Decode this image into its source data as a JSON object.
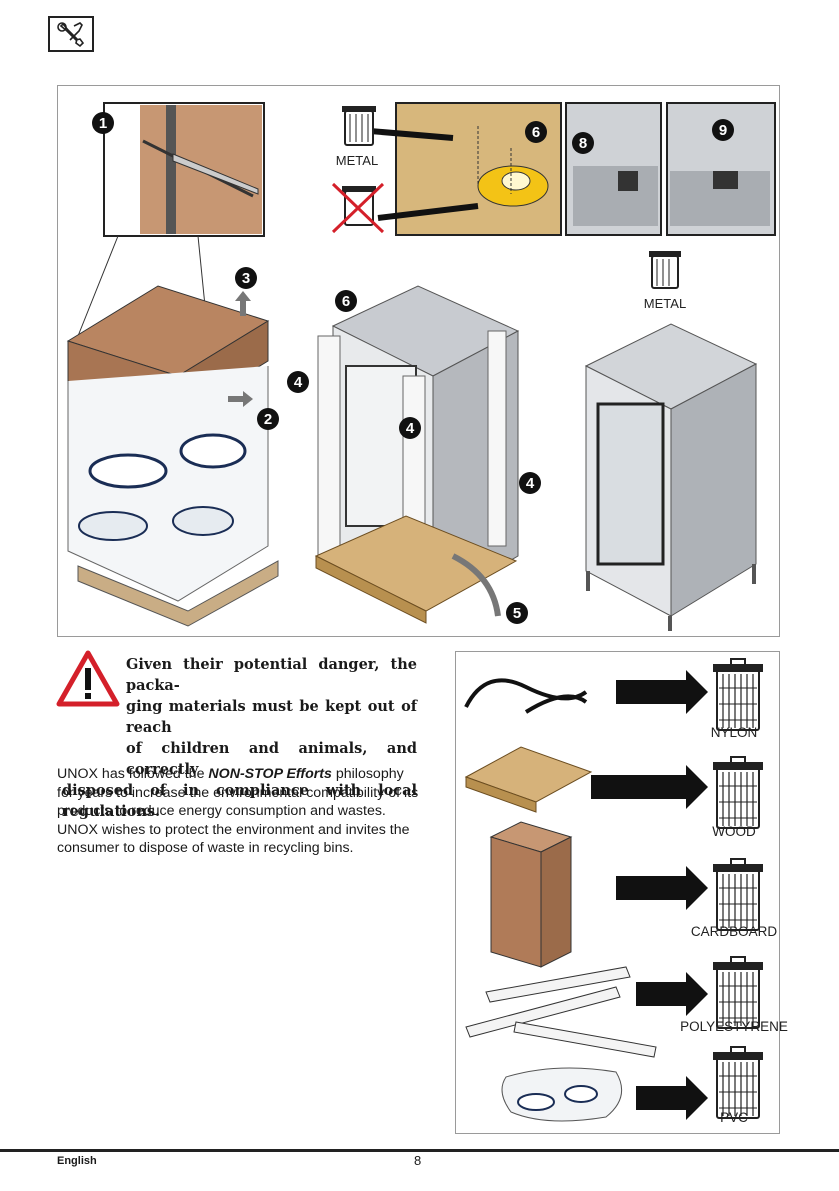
{
  "header": {
    "icon": "wrench-screwdriver-icon"
  },
  "figure": {
    "steps": [
      "1",
      "2",
      "3",
      "4",
      "4",
      "4",
      "5",
      "6",
      "6",
      "8",
      "9"
    ],
    "labels": {
      "metal_top": "METAL",
      "metal_right": "METAL"
    }
  },
  "warning": {
    "icon": "warning-triangle-icon",
    "lines": [
      "Given their potential danger, the packa-",
      "ging materials must be kept out of reach",
      "of children and animals, and correctly",
      "disposed of in compliance with local regulations."
    ]
  },
  "body": {
    "p1_before": "UNOX has followed the ",
    "p1_bold": "NON-STOP Efforts",
    "p1_after": " philo­sophy for years to increase the environmental compa­tibility of its products to reduce energy consumption and wastes.",
    "p2": "UNOX wishes to protect the environment and invites the consumer to dispose of waste in recycling bins."
  },
  "recycling": {
    "items": [
      {
        "label": "NYLON",
        "icon": "bin-icon"
      },
      {
        "label": "WOOD",
        "icon": "recycle-bin-icon"
      },
      {
        "label": "CARDBOARD",
        "icon": "recycle-bin-icon"
      },
      {
        "label": "POLYESTYRENE",
        "icon": "bin-icon"
      },
      {
        "label": "PVC",
        "icon": "bin-icon"
      }
    ]
  },
  "footer": {
    "language": "English",
    "page": "8"
  },
  "colors": {
    "cardboard": "#b07b58",
    "wood": "#d6b27a",
    "plate": "#f3c316",
    "warning_red": "#d4202a"
  }
}
